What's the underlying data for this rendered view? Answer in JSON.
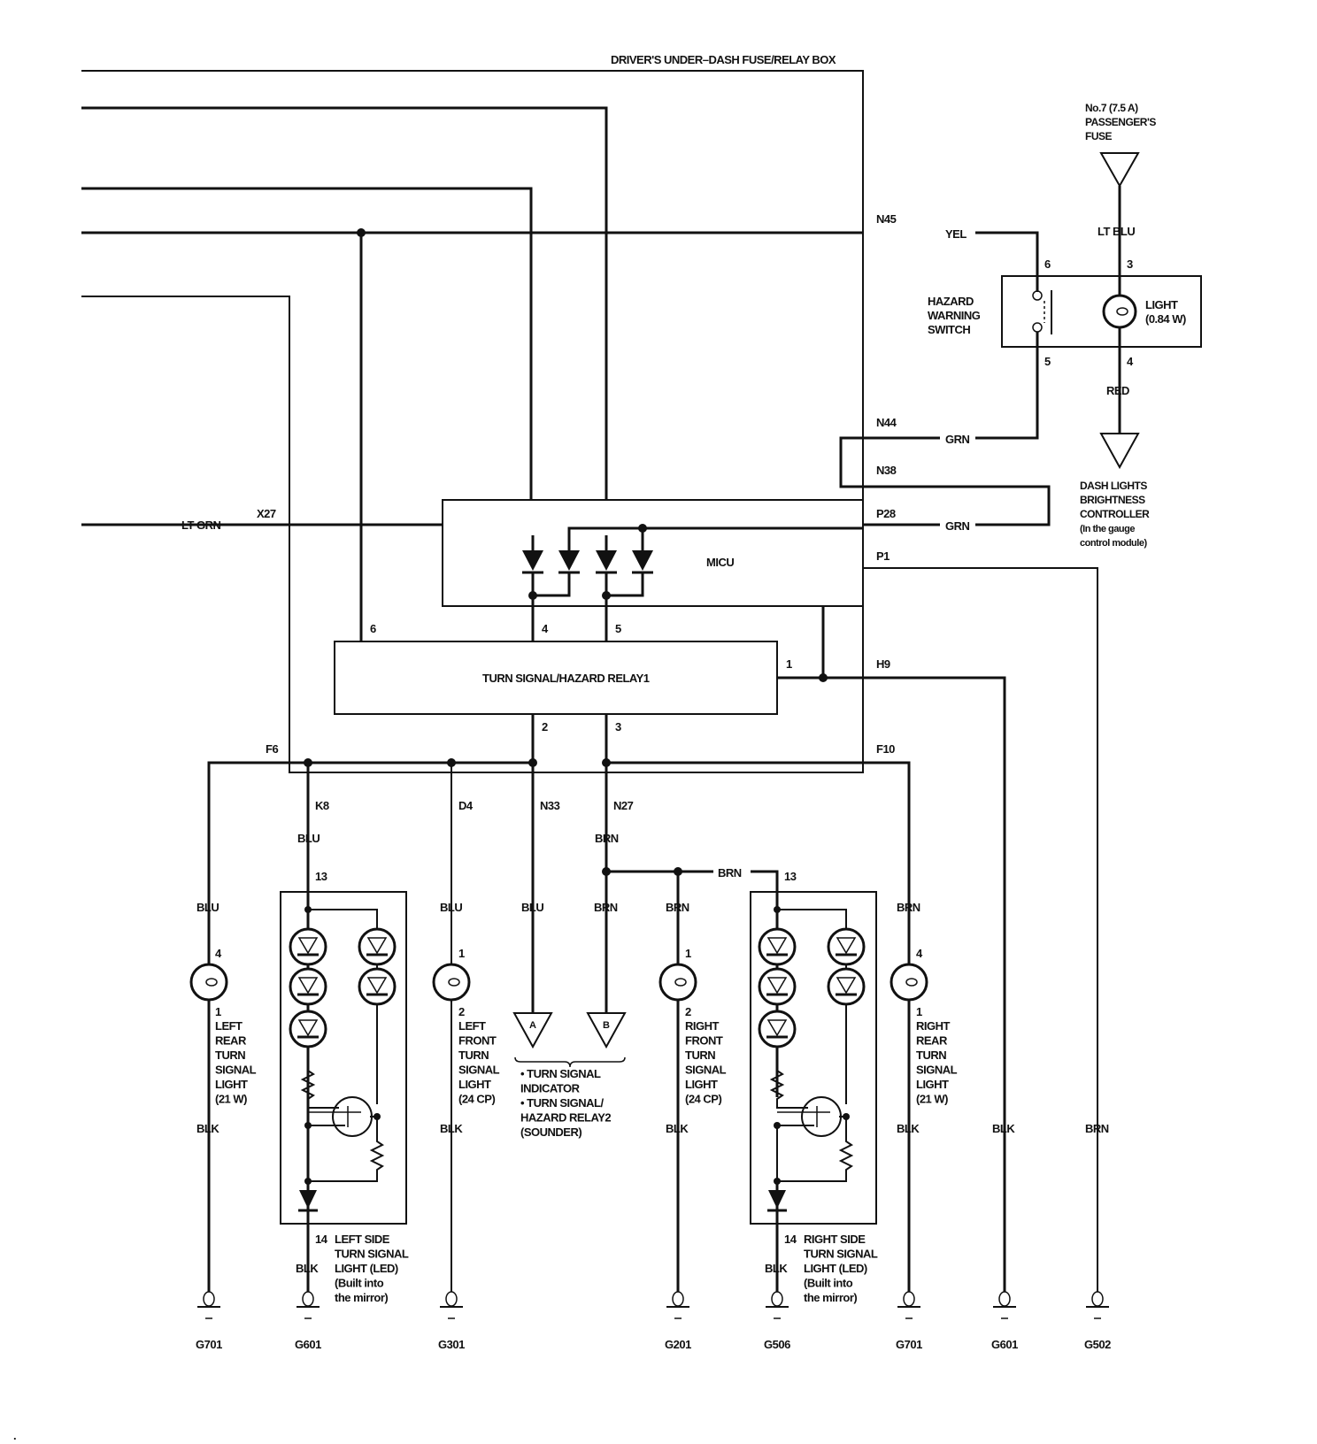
{
  "title": "DRIVER'S UNDER–DASH FUSE/RELAY BOX",
  "components": {
    "micu": "MICU",
    "relay1": "TURN SIGNAL/HAZARD RELAY1",
    "fuse": [
      "No.7 (7.5 A)",
      "PASSENGER'S",
      "FUSE"
    ],
    "hazard_switch": [
      "HAZARD",
      "WARNING",
      "SWITCH"
    ],
    "switch_light": [
      "LIGHT",
      "(0.84 W)"
    ],
    "dash_controller": [
      "DASH LIGHTS",
      "BRIGHTNESS",
      "CONTROLLER",
      "(In the gauge",
      "control module)"
    ],
    "connector_a": "A",
    "connector_b": "B",
    "connector_note": [
      "•  TURN SIGNAL",
      "    INDICATOR",
      "•  TURN SIGNAL/",
      "    HAZARD RELAY2",
      "    (SOUNDER)"
    ],
    "left_rear": [
      "LEFT",
      "REAR",
      "TURN",
      "SIGNAL",
      "LIGHT",
      "(21 W)"
    ],
    "left_front": [
      "LEFT",
      "FRONT",
      "TURN",
      "SIGNAL",
      "LIGHT",
      "(24 CP)"
    ],
    "right_front": [
      "RIGHT",
      "FRONT",
      "TURN",
      "SIGNAL",
      "LIGHT",
      "(24 CP)"
    ],
    "right_rear": [
      "RIGHT",
      "REAR",
      "TURN",
      "SIGNAL",
      "LIGHT",
      "(21 W)"
    ],
    "left_side": [
      "LEFT SIDE",
      "TURN SIGNAL",
      "LIGHT (LED)",
      "(Built into",
      "the mirror)"
    ],
    "right_side": [
      "RIGHT SIDE",
      "TURN SIGNAL",
      "LIGHT (LED)",
      "(Built into",
      "the mirror)"
    ]
  },
  "terminals": {
    "n45": "N45",
    "n44": "N44",
    "n38": "N38",
    "p28": "P28",
    "p1": "P1",
    "x27": "X27",
    "h9": "H9",
    "f6": "F6",
    "f10": "F10",
    "k8": "K8",
    "d4": "D4",
    "n33": "N33",
    "n27": "N27",
    "relay_6": "6",
    "relay_4": "4",
    "relay_5": "5",
    "relay_1": "1",
    "relay_2": "2",
    "relay_3": "3",
    "sw_6": "6",
    "sw_5": "5",
    "sw_3": "3",
    "sw_4": "4",
    "lr_4": "4",
    "lr_1": "1",
    "lf_1": "1",
    "lf_2": "2",
    "rf_1": "1",
    "rf_2": "2",
    "rr_4": "4",
    "rr_1": "1",
    "ls_13": "13",
    "ls_14": "14",
    "rs_13": "13",
    "rs_14": "14"
  },
  "wires": {
    "yel": "YEL",
    "lt_blu": "LT BLU",
    "red": "RED",
    "grn1": "GRN",
    "grn2": "GRN",
    "lt_grn": "LT GRN",
    "blu_k8": "BLU",
    "brn_n27": "BRN",
    "brn_branch": "BRN",
    "blu_lr": "BLU",
    "blu_lf": "BLU",
    "blu_a": "BLU",
    "brn_b": "BRN",
    "brn_rf": "BRN",
    "brn_rr": "BRN",
    "blk_lr": "BLK",
    "blk_lf": "BLK",
    "blk_ls": "BLK",
    "blk_rf": "BLK",
    "blk_rs": "BLK",
    "blk_rr": "BLK",
    "blk_g601": "BLK",
    "brn_g502": "BRN"
  },
  "grounds": [
    "G701",
    "G601",
    "G301",
    "G201",
    "G506",
    "G701",
    "G601",
    "G502"
  ]
}
